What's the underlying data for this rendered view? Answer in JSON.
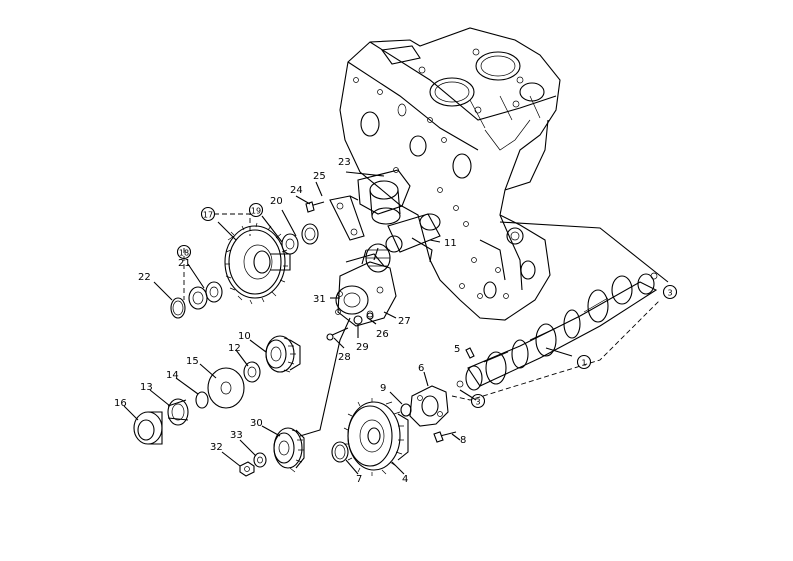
{
  "callouts": [
    {
      "id": "c23",
      "label": "23"
    },
    {
      "id": "c24",
      "label": "24"
    },
    {
      "id": "c25",
      "label": "25"
    },
    {
      "id": "c20",
      "label": "20"
    },
    {
      "id": "c19",
      "label": "19",
      "circled": true
    },
    {
      "id": "c17",
      "label": "17",
      "circled": true
    },
    {
      "id": "c18",
      "label": "18",
      "circled": true
    },
    {
      "id": "c21",
      "label": "21"
    },
    {
      "id": "c22",
      "label": "22"
    },
    {
      "id": "c11",
      "label": "11"
    },
    {
      "id": "c31",
      "label": "31"
    },
    {
      "id": "c27",
      "label": "27"
    },
    {
      "id": "c26",
      "label": "26"
    },
    {
      "id": "c29",
      "label": "29"
    },
    {
      "id": "c28",
      "label": "28"
    },
    {
      "id": "c10",
      "label": "10"
    },
    {
      "id": "c12",
      "label": "12"
    },
    {
      "id": "c15",
      "label": "15"
    },
    {
      "id": "c14",
      "label": "14"
    },
    {
      "id": "c13",
      "label": "13"
    },
    {
      "id": "c16",
      "label": "16"
    },
    {
      "id": "c33",
      "label": "33"
    },
    {
      "id": "c30",
      "label": "30"
    },
    {
      "id": "c32",
      "label": "32"
    },
    {
      "id": "c9",
      "label": "9"
    },
    {
      "id": "c6",
      "label": "6"
    },
    {
      "id": "c5",
      "label": "5"
    },
    {
      "id": "c8",
      "label": "8"
    },
    {
      "id": "c7",
      "label": "7"
    },
    {
      "id": "c4",
      "label": "4"
    },
    {
      "id": "c1",
      "label": "1",
      "circled": true
    },
    {
      "id": "c3a",
      "label": "3",
      "circled": true
    },
    {
      "id": "c3b",
      "label": "3",
      "circled": true
    }
  ]
}
